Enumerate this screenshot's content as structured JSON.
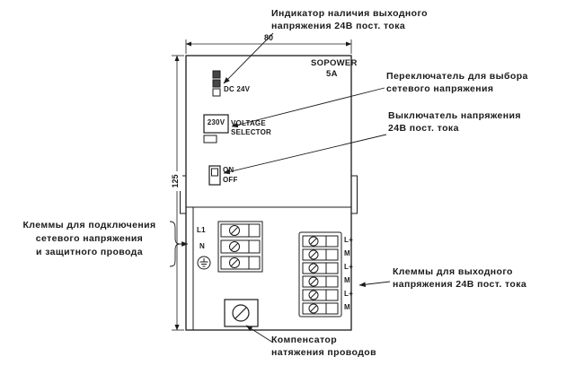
{
  "colors": {
    "line": "#1b1b1b",
    "background": "#ffffff",
    "led_fill": "#454545"
  },
  "device": {
    "brand": "SOPOWER",
    "model": "5A",
    "led_label": "DC 24V",
    "selector_voltage": "230V",
    "selector_label_line1": "VOLTAGE",
    "selector_label_line2": "SELECTOR",
    "switch_on": "ON",
    "switch_off": "OFF",
    "input_terminal_labels": [
      "L1",
      "N"
    ],
    "output_terminal_labels": [
      "L+",
      "M",
      "L+",
      "M",
      "L+",
      "M"
    ],
    "dimensions": {
      "width_mm": "80",
      "height_mm": "125"
    }
  },
  "annotations": {
    "indicator_line1": "Индикатор наличия выходного",
    "indicator_line2": "напряжения 24В пост. тока",
    "selector_line1": "Переключатель для выбора",
    "selector_line2": "сетевого напряжения",
    "switch_line1": "Выключатель напряжения",
    "switch_line2": "24В пост. тока",
    "input_line1": "Клеммы для подключения",
    "input_line2": "сетевого напряжения",
    "input_line3": "и защитного провода",
    "output_line1": "Клеммы для выходного",
    "output_line2": "напряжения 24В пост. тока",
    "strain_line1": "Компенсатор",
    "strain_line2": "натяжения проводов"
  }
}
